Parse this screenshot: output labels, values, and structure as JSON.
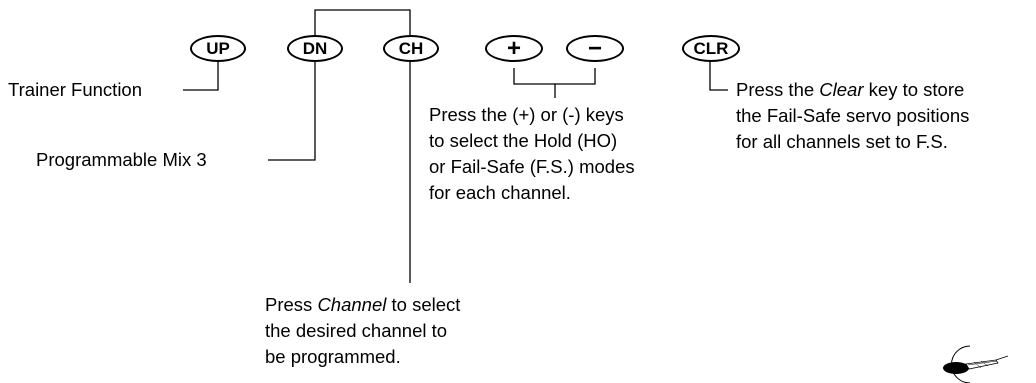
{
  "keys": {
    "up": "UP",
    "dn": "DN",
    "ch": "CH",
    "plus": "+",
    "minus": "−",
    "clr": "CLR"
  },
  "labels": {
    "trainer_function": "Trainer Function",
    "programmable_mix": "Programmable Mix 3"
  },
  "notes": {
    "plus_minus": {
      "line1": "Press the (+) or (-) keys",
      "line2": "to select the Hold (HO)",
      "line3": "or Fail-Safe (F.S.) modes",
      "line4": "for each channel."
    },
    "clear": {
      "line1_pre": "Press the ",
      "line1_em": "Clear",
      "line1_post": " key to store",
      "line2": "the Fail-Safe servo positions",
      "line3": "for all channels set to F.S."
    },
    "channel": {
      "line1_pre": "Press ",
      "line1_em": "Channel",
      "line1_post": " to select",
      "line2": "the desired channel to",
      "line3": "be programmed."
    }
  },
  "logo_icon": "airplane-logo-icon"
}
